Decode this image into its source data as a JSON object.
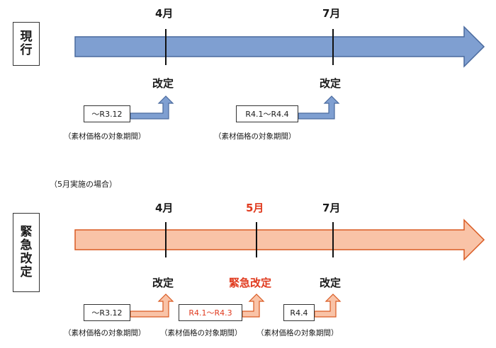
{
  "current": {
    "label": "現行",
    "months": [
      "4月",
      "7月"
    ],
    "revisions": [
      "改定",
      "改定"
    ],
    "periods": [
      "～R3.12",
      "R4.1～R4.4"
    ],
    "period_caption": "（素材価格の対象期間）",
    "arrow_color": "#7f9fd1"
  },
  "emergency": {
    "case_note": "（5月実施の場合）",
    "label": "緊急改定",
    "months": [
      "4月",
      "5月",
      "7月"
    ],
    "revisions": [
      "改定",
      "緊急改定",
      "改定"
    ],
    "periods": [
      "～R3.12",
      "R4.1～R4.3",
      "R4.4"
    ],
    "period_caption": "（素材価格の対象期間）",
    "arrow_color": "#f9c3a7",
    "accent_color": "#e03a1e"
  }
}
